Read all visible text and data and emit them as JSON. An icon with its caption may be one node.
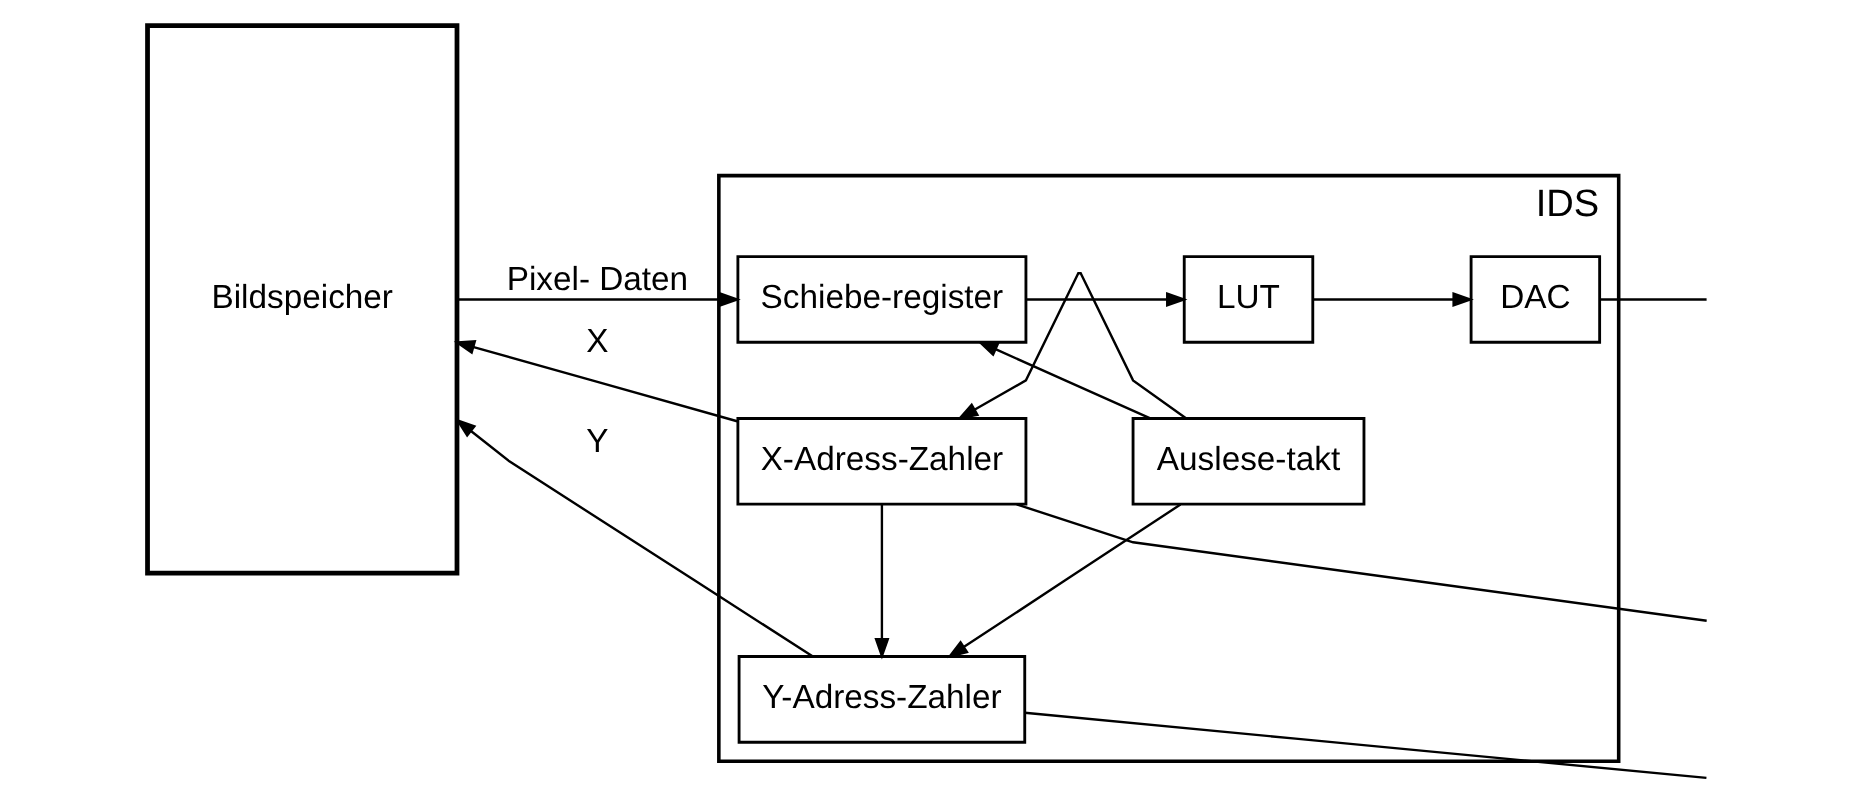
{
  "diagram": {
    "nodes": [
      {
        "text": [
          "Bildspeicher"
        ]
      },
      {
        "text": [
          "IDS"
        ]
      },
      {
        "text": [
          "X-Adress-Zahler"
        ],
        "in": 1
      },
      {
        "text": [
          "Auslese-takt"
        ],
        "in": 1
      },
      {
        "text": [
          "Y-Adress-Zahler"
        ],
        "in": 1
      },
      {
        "text": [
          "Schiebe-register"
        ],
        "in": 1
      },
      {
        "text": [
          "LUT"
        ],
        "in": 1
      },
      {
        "text": [
          "DAC"
        ],
        "in": 1
      }
    ],
    "edges": [
      {
        "from": 2,
        "to": 0,
        "arrow": "to",
        "label": "X"
      },
      {
        "from": 2,
        "to": 4,
        "arrow": "to"
      },
      {
        "from": 4,
        "to": 0,
        "arrow": "to",
        "label": "Y"
      },
      {
        "from": 0,
        "to": 5,
        "arrow": "to",
        "label": "Pixel- Daten"
      },
      {
        "from": 3,
        "to": 2,
        "arrow": "to"
      },
      {
        "from": 3,
        "to": 4,
        "arrow": "to"
      },
      {
        "from": 3,
        "to": 5,
        "arrow": "to"
      },
      {
        "from": 5,
        "to": 6,
        "arrow": "to"
      },
      {
        "from": 6,
        "to": 7,
        "arrow": "to"
      },
      {
        "from": 2,
        "to": null,
        "arrow": "none"
      },
      {
        "from": 4,
        "to": null,
        "arrow": "none"
      },
      {
        "from": 7,
        "to": null,
        "arrow": "none"
      }
    ]
  }
}
